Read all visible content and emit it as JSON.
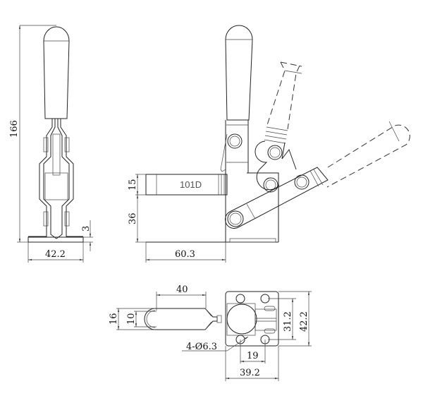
{
  "front_view": {
    "height": "166",
    "width": "42.2",
    "base_thickness": "3"
  },
  "side_view": {
    "spindle_height": "15",
    "body_height": "36",
    "length": "60.3",
    "part_marking": "101D"
  },
  "top_view": {
    "spindle_length": "40",
    "spindle_outer_width": "16",
    "spindle_slot_width": "10",
    "holes": "4-Ø6.3",
    "hole_spacing_x": "19",
    "base_width": "39.2",
    "hole_spacing_y": "31.2",
    "base_depth": "42.2"
  },
  "colors": {
    "line": "#222222",
    "background": "#ffffff"
  }
}
